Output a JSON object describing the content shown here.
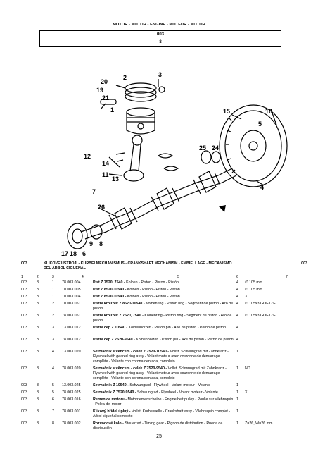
{
  "header": {
    "title": "MOTOR - MOTOR - ENGINE - MOTEUR - MOTOR",
    "group_code": "003",
    "subgroup": "8"
  },
  "figure": {
    "callouts": [
      "20",
      "19",
      "2",
      "3",
      "21",
      "1",
      "15",
      "16",
      "5",
      "25",
      "24",
      "12",
      "14",
      "11",
      "13",
      "4",
      "7",
      "26",
      "9",
      "8",
      "17",
      "18",
      "6"
    ]
  },
  "section": {
    "code": "003",
    "code_right": "003",
    "title_line1": "KLIKOVÉ ÚSTROJÍ - KURBELMECHANISMUS - CRANKSHAFT MECHANISM - EMBIELLAGE - MECANISMO",
    "title_line2": "DEL ÁRBOL CIGUEÑAL"
  },
  "columns": [
    "1",
    "2",
    "3",
    "4",
    "5",
    "6",
    "7"
  ],
  "rows": [
    {
      "g": "003",
      "s": "8",
      "p": "1",
      "n": "78.003.004",
      "bold": "Píst Z 7520, 7540 -",
      "rest": " Kolben - Piston - Piston - Pistón",
      "q": "4",
      "note": "∅ 105 mm"
    },
    {
      "g": "003",
      "s": "8",
      "p": "1",
      "n": "10.003.005",
      "bold": "Píst Z 8520-10540 -",
      "rest": " Kolben - Piston - Piston - Pistón",
      "q": "4",
      "note": "∅ 105 mm"
    },
    {
      "g": "003",
      "s": "8",
      "p": "1",
      "n": "10.003.004",
      "bold": "Píst Z 8520-10540 -",
      "rest": " Kolben - Piston - Piston - Pistón",
      "q": "4",
      "note": "X"
    },
    {
      "g": "003",
      "s": "8",
      "p": "2",
      "n": "10.003.051",
      "bold": "Pístní kroužek Z 8520-10540 -",
      "rest": " Kolbenring - Piston ring - Segment de piston - Aro de pistón",
      "q": "4",
      "note": "∅ 105x3 GOETZE"
    },
    {
      "g": "003",
      "s": "8",
      "p": "2",
      "n": "78.003.051",
      "bold": "Pístní kroužek Z 7520, 7540 -",
      "rest": " Kolbenring - Piston ring - Segment de piston - Aro de pistón",
      "q": "4",
      "note": "∅ 105x3 GOETZE"
    },
    {
      "g": "003",
      "s": "8",
      "p": "3",
      "n": "13.003.012",
      "bold": "Pístní čep Z 10540 -",
      "rest": " Kolbenbolzen - Piston pin - Axe de piston - Perno de pistón",
      "q": "4",
      "note": ""
    },
    {
      "g": "003",
      "s": "8",
      "p": "3",
      "n": "78.003.012",
      "bold": "Pístní čep Z 7520-9540 -",
      "rest": " Kolbenbolzen - Piston pin - Axe de piston - Perno de pistón",
      "q": "4",
      "note": ""
    },
    {
      "g": "003",
      "s": "8",
      "p": "4",
      "n": "13.003.020",
      "bold": "Setrvačník s věncem - celek Z 7520-10540 -",
      "rest": " Vollst. Schwungrad mit Zahnkranz - Flywheel with geared ring assy - Volant moteur avec couronne de démarrage complète - Volante con corona dentada, completo",
      "q": "1",
      "note": ""
    },
    {
      "g": "003",
      "s": "8",
      "p": "4",
      "n": "78.003.020",
      "bold": "Setrvačník s věncem - celek Z 7520-9540 -",
      "rest": " Vollst. Schwungrad mit Zahnkranz - Flywheel with geared ring assy - Volant moteur avec couronne de démarrage complète - Volante con corona dentada, completo",
      "q": "1",
      "note": "ND"
    },
    {
      "g": "003",
      "s": "8",
      "p": "5",
      "n": "13.003.025",
      "bold": "Setrvačník Z 10540 -",
      "rest": " Schwungrad - Flywheel - Volant moteur - Volante",
      "q": "1",
      "note": ""
    },
    {
      "g": "003",
      "s": "8",
      "p": "5",
      "n": "78.003.025",
      "bold": "Setrvačník Z 7520-9540 -",
      "rest": " Schwungrad - Flywheel - Volant moteur - Volante",
      "q": "1",
      "note": "X"
    },
    {
      "g": "003",
      "s": "8",
      "p": "6",
      "n": "78.003.016",
      "bold": "Řemenice motoru -",
      "rest": " Motorriemenscheibe - Engine belt pulley - Poulie sur vilebrequin - Polea del motor",
      "q": "1",
      "note": ""
    },
    {
      "g": "003",
      "s": "8",
      "p": "7",
      "n": "78.003.001",
      "bold": "Klikový hřídel úplný -",
      "rest": " Vollst. Kurbelwelle - Crankshaft assy - Vilebrequin complet - Árbol cigueñal completo",
      "q": "1",
      "note": ""
    },
    {
      "g": "003",
      "s": "8",
      "p": "8",
      "n": "78.003.002",
      "bold": "Rozvodové kolo -",
      "rest": " Steuerrad - Timing gear - Pignon de distribution - Rueda de distribución",
      "q": "1",
      "note": "Z=26, W=26 mm"
    }
  ],
  "page_number": "25"
}
